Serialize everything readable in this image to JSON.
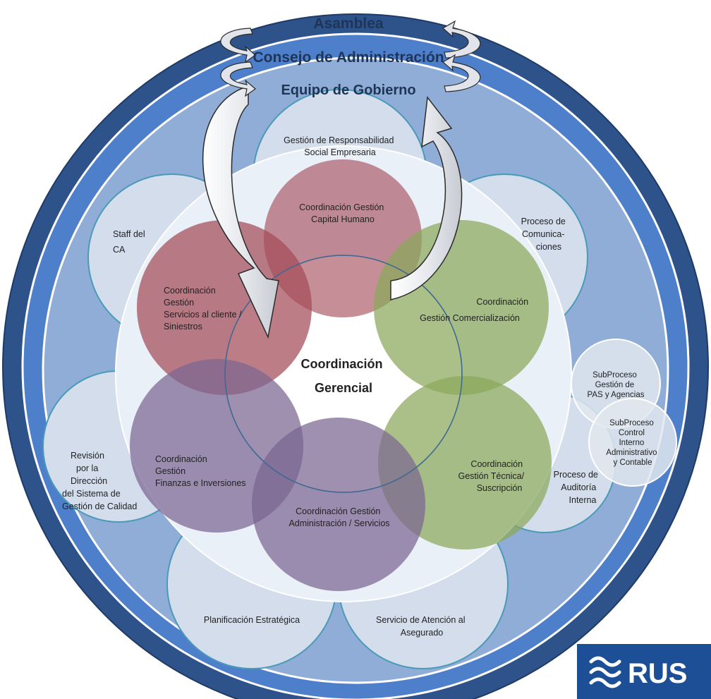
{
  "headers": {
    "asamblea": "Asamblea",
    "consejo": "Consejo de Administración",
    "equipo": "Equipo de Gobierno"
  },
  "center": {
    "line1": "Coordinación",
    "line2": "Gerencial"
  },
  "outer_processes": {
    "rse": [
      "Gestión de Responsabilidad",
      "Social Empresaria"
    ],
    "comunicaciones": [
      "Proceso de",
      "Comunica-",
      "ciones"
    ],
    "staff": [
      "Staff del",
      "CA"
    ],
    "revision": [
      "Revisión",
      "por la",
      "Dirección",
      "del Sistema de",
      "Gestión de Calidad"
    ],
    "planificacion": [
      "Planificación Estratégica"
    ],
    "atencion": [
      "Servicio de Atención al",
      "Asegurado"
    ],
    "auditoria": [
      "Proceso de",
      "Auditoría",
      "Interna"
    ]
  },
  "subprocesses": {
    "pas": [
      "SubProceso",
      "Gestión de",
      "PAS y Agencias"
    ],
    "control": [
      "SubProceso",
      "Control",
      "Interno",
      "Administrativo",
      "y Contable"
    ]
  },
  "coordinations": {
    "capital_humano": [
      "Coordinación  Gestión",
      "Capital Humano"
    ],
    "servicios_cliente": [
      "Coordinación",
      "Gestión",
      "Servicios al cliente /",
      "Siniestros"
    ],
    "comercializacion": [
      "Coordinación",
      "Gestión Comercialización"
    ],
    "finanzas": [
      "Coordinación",
      "Gestión",
      "Finanzas e Inversiones"
    ],
    "tecnica": [
      "Coordinación",
      "Gestión Técnica/",
      "Suscripción"
    ],
    "administracion": [
      "Coordinación Gestión",
      "Administración  / Servicios"
    ]
  },
  "logo": {
    "text": "RUS"
  },
  "colors": {
    "outer_ring": "#2d5189",
    "middle_ring": "#4f80cc",
    "inner_area": "#93b0d8",
    "process_circle": "#d3ddec",
    "core_disc": "#eef2f8",
    "red": "#a5505c",
    "green": "#8fa95e",
    "purple": "#7c6893",
    "logo_bg": "#1d4f96"
  }
}
